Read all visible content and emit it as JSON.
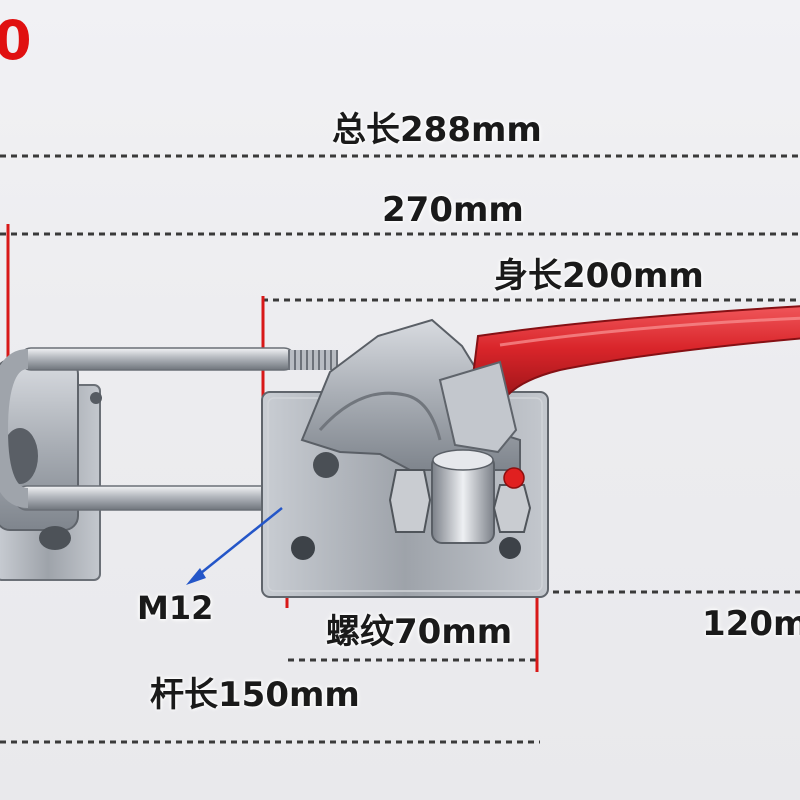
{
  "product": {
    "corner_mark": "0",
    "dimensions": {
      "total_length": "总长288mm",
      "span_270": "270mm",
      "body_length": "身长200mm",
      "thread_spec": "M12",
      "thread_length": "螺纹70mm",
      "height_120": "120m",
      "rod_length": "杆长150mm"
    }
  },
  "colors": {
    "handle_red": "#d9252a",
    "steel": "#aeb2b8",
    "dim_line": "#3a3a3a",
    "marker_red": "#d81818",
    "arrow_blue": "#2456c8"
  }
}
